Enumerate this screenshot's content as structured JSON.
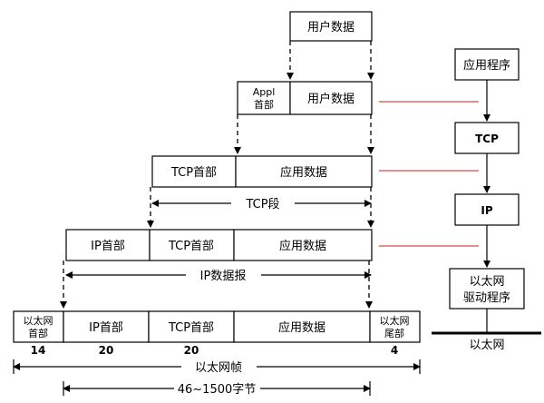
{
  "layers": {
    "app": {
      "user_data_top": "用户数据",
      "appl_header_line1": "Appl",
      "appl_header_line2": "首部",
      "user_data": "用户数据"
    },
    "tcp": {
      "tcp_header": "TCP首部",
      "app_data": "应用数据",
      "segment_label": "TCP段"
    },
    "ip": {
      "ip_header": "IP首部",
      "tcp_header": "TCP首部",
      "app_data": "应用数据",
      "datagram_label": "IP数据报"
    },
    "ethernet": {
      "header_line1": "以太网",
      "header_line2": "首部",
      "ip_header": "IP首部",
      "tcp_header": "TCP首部",
      "app_data": "应用数据",
      "trailer_line1": "以太网",
      "trailer_line2": "尾部",
      "size_eth_header": "14",
      "size_ip_header": "20",
      "size_tcp_header": "20",
      "size_trailer": "4",
      "frame_label": "以太网帧",
      "payload_label": "46~1500字节"
    }
  },
  "stack": {
    "application": "应用程序",
    "tcp": "TCP",
    "ip": "IP",
    "driver_line1": "以太网",
    "driver_line2": "驱动程序",
    "ethernet": "以太网"
  },
  "colors": {
    "connector": "#cc1f1f",
    "stroke": "#000000",
    "background": "#ffffff"
  }
}
